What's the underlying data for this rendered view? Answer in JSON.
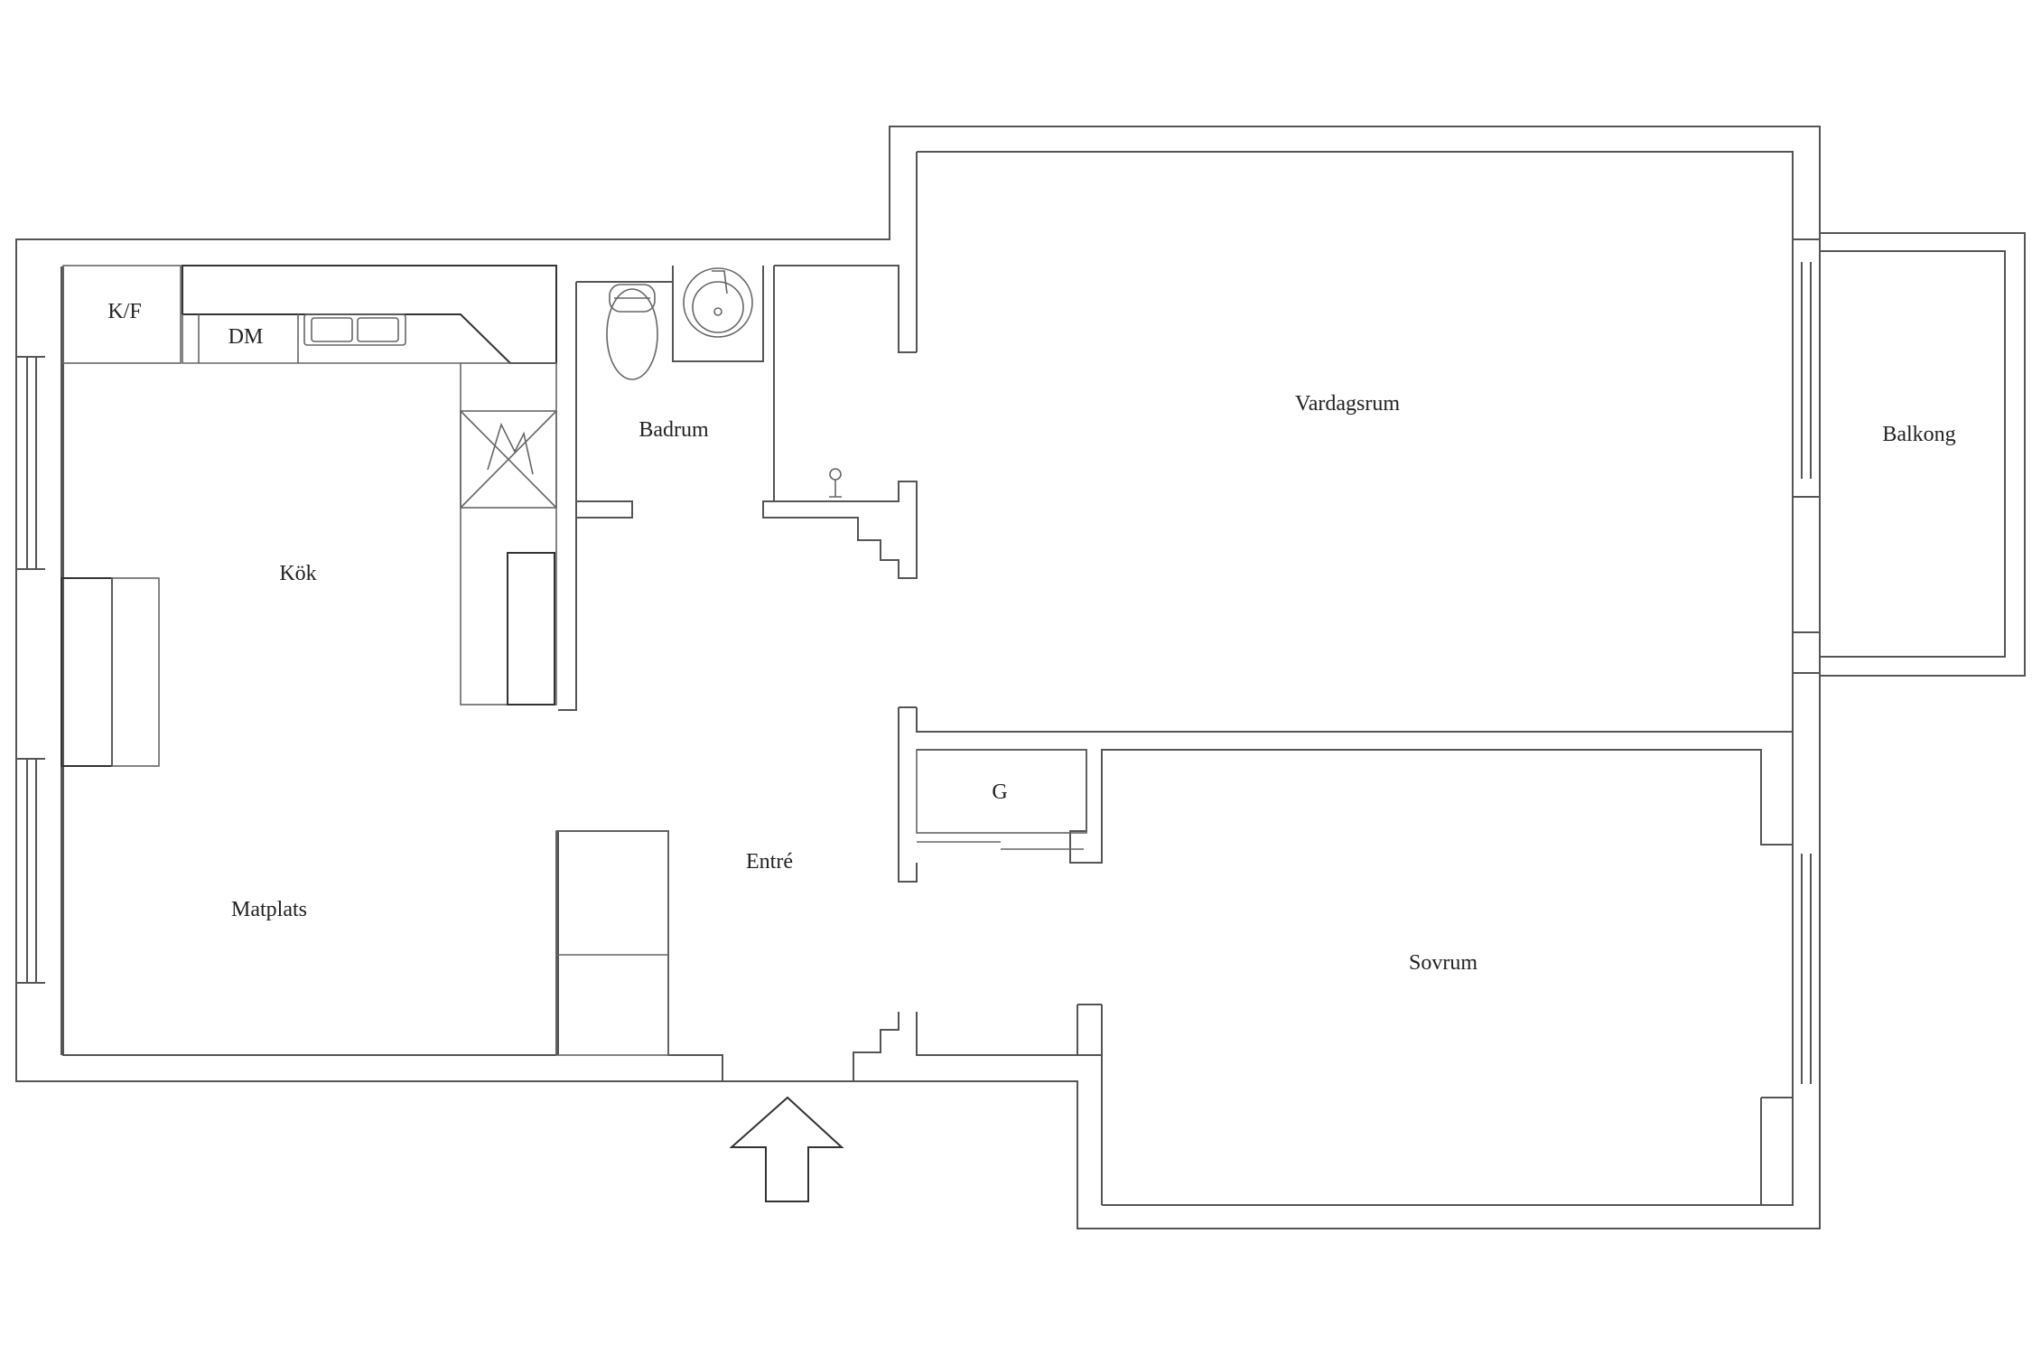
{
  "rooms": {
    "kok": "Kök",
    "matplats": "Matplats",
    "badrum": "Badrum",
    "vardagsrum": "Vardagsrum",
    "balkong": "Balkong",
    "entre": "Entré",
    "sovrum": "Sovrum"
  },
  "fixtures": {
    "kf": "K/F",
    "dm": "DM",
    "g": "G"
  },
  "icons": {
    "entrance": "entrance-arrow-icon",
    "toilet": "toilet-icon",
    "sink": "sink-icon",
    "stove": "stove-icon"
  }
}
